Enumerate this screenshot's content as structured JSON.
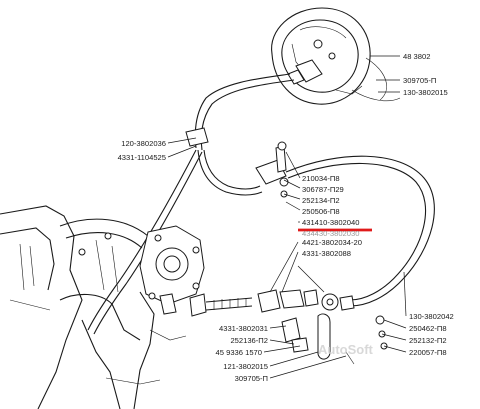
{
  "diagram": {
    "labels": [
      "48 3802",
      "309705-П",
      "130-3802015",
      "120-3802036",
      "4331-1104525",
      "210034-П8",
      "306787-П29",
      "252134-П2",
      "250506-П8",
      "431410-3802040",
      "4421-3802034-20",
      "4331-3802088",
      "130-3802042",
      "250462-П8",
      "252132-П2",
      "220057-П8",
      "4331-3802031",
      "252136-П2",
      "45 9336 1570",
      "121-3802015",
      "309705-П"
    ],
    "obscured_label": "434430-3802030",
    "highlight_color": "#e01a1a",
    "watermark": "AutoSoft"
  }
}
